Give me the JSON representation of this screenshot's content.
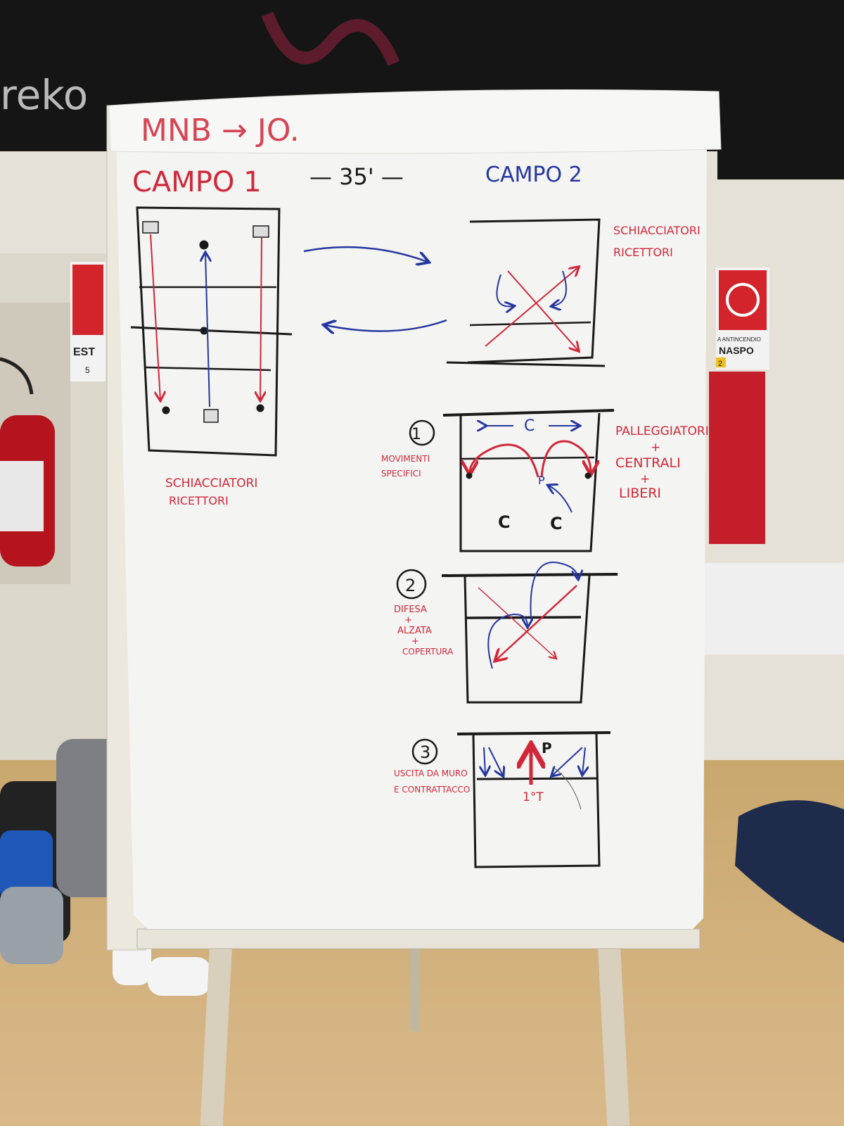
{
  "header": {
    "rolled_note": "MNB → JO.",
    "campo1": "CAMPO 1",
    "duration": "— 35' —",
    "campo2": "CAMPO 2"
  },
  "campo1": {
    "label_line1": "SCHIACCIATORI",
    "label_line2": "RICETTORI"
  },
  "campo2_top": {
    "label_line1": "SCHIACCIATORI",
    "label_line2": "RICETTORI"
  },
  "drills": [
    {
      "number": "1",
      "left_line1": "MOVIMENTI",
      "left_line2": "SPECIFICI",
      "center_letter": "C",
      "setter_letter": "P",
      "bottom_letter_a": "C",
      "bottom_letter_b": "C",
      "right_line1": "PALLEGGIATORI",
      "right_plus1": "+",
      "right_line2": "CENTRALI",
      "right_plus2": "+",
      "right_line3": "LIBERI"
    },
    {
      "number": "2",
      "left_line1": "DIFESA",
      "left_plus1": "+",
      "left_line2": "ALZATA",
      "left_plus2": "+",
      "left_line3": "COPERTURA"
    },
    {
      "number": "3",
      "left_line1": "USCITA DA MURO",
      "left_line2": "E CONTRATTACCO",
      "setter_letter": "P",
      "tempo_label": "1°T"
    }
  ],
  "background": {
    "graffiti": "reko",
    "sign_left": "EST",
    "sign_left_num": "5",
    "sign_right_line1": "A ANTINCENDIO",
    "sign_right_line2": "NASPO",
    "sign_right_num": "2"
  },
  "colors": {
    "marker_red": "#d0283a",
    "marker_blue": "#2536a0",
    "marker_black": "#1a1a1a",
    "paper": "#f4f4f2"
  }
}
